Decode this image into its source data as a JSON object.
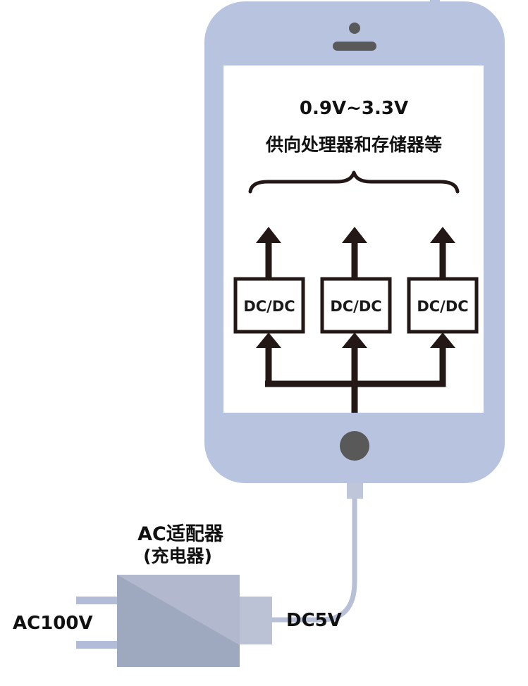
{
  "phone": {
    "voltage_range": "0.9V~3.3V",
    "supply_target": "供向处理器和存储器等",
    "converters": [
      "DC/DC",
      "DC/DC",
      "DC/DC"
    ]
  },
  "adapter": {
    "title_line1": "AC适配器",
    "title_line2": "(充电器)",
    "input_label": "AC100V",
    "output_label": "DC5V"
  },
  "colors": {
    "phone_body": "#b8c4df",
    "screen": "#ffffff",
    "speaker": "#595959",
    "home_button": "#595959",
    "arrows": "#231815",
    "adapter_body": "#b2b8cd",
    "adapter_shade": "#9ea8bf",
    "adapter_tip": "#bcc2d6",
    "prongs": "#b2bcd9",
    "cable": "#b8c0d8"
  }
}
